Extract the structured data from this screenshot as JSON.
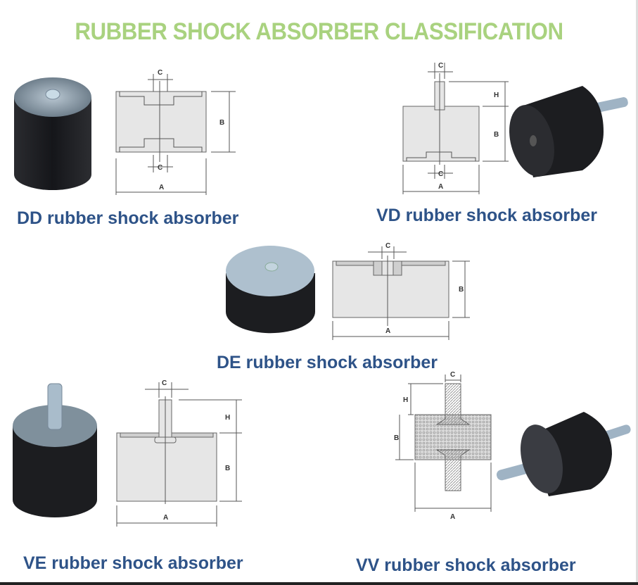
{
  "title": "RUBBER SHOCK ABSORBER CLASSIFICATION",
  "colors": {
    "title": "#a9d27f",
    "caption": "#2e5388",
    "rubber": "#1c1d20",
    "metal": "#9fb3c4",
    "drawing_fill": "#e6e6e6"
  },
  "items": [
    {
      "caption": "DD rubber shock absorber",
      "dims": {
        "a": "A",
        "b": "B",
        "c1": "C",
        "c2": "C"
      }
    },
    {
      "caption": "VD rubber shock absorber",
      "dims": {
        "a": "A",
        "b": "B",
        "h": "H",
        "c1": "C",
        "c2": "C"
      }
    },
    {
      "caption": "DE rubber shock absorber",
      "dims": {
        "a": "A",
        "b": "B",
        "c1": "C"
      }
    },
    {
      "caption": "VE rubber shock absorber",
      "dims": {
        "a": "A",
        "b": "B",
        "h": "H",
        "c1": "C"
      }
    },
    {
      "caption": "VV rubber shock absorber",
      "dims": {
        "a": "A",
        "b": "B",
        "h": "H",
        "c1": "C"
      }
    }
  ]
}
